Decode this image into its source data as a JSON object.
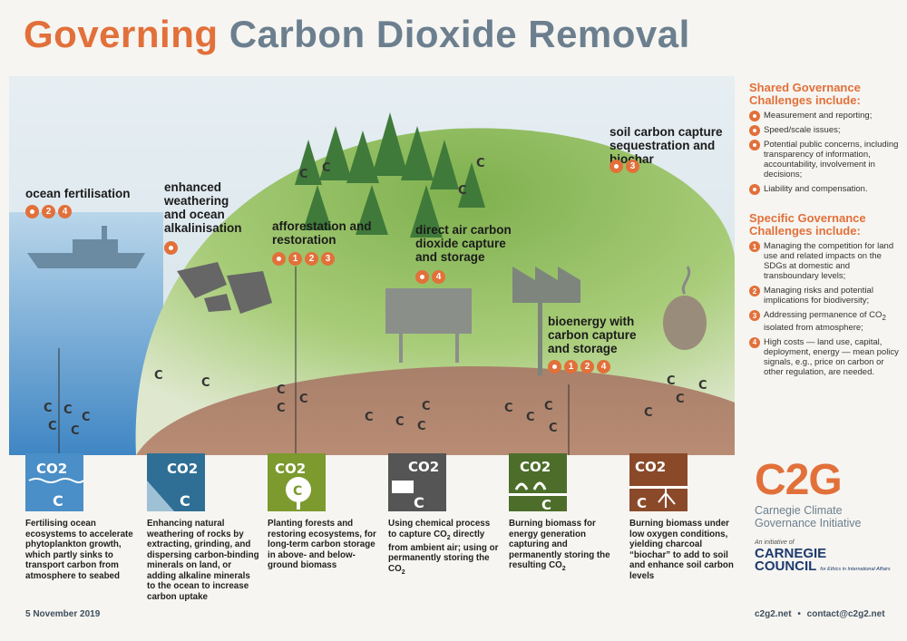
{
  "title": {
    "part1": "Governing",
    "part2": "Carbon Dioxide Removal"
  },
  "approaches": [
    {
      "label": "ocean fertilisation",
      "badges": [
        "•",
        "2",
        "4"
      ],
      "description": "Fertilising ocean ecosystems to accelerate phytoplankton growth, which partly sinks to transport carbon from atmosphere to seabed"
    },
    {
      "label": "enhanced weathering and ocean alkalinisation",
      "badges": [
        "•"
      ],
      "description": "Enhancing natural weathering of rocks by extracting, grinding, and dispersing carbon-binding minerals on land, or adding alkaline minerals to the ocean to increase carbon uptake"
    },
    {
      "label": "afforestation and restoration",
      "badges": [
        "•",
        "1",
        "2",
        "3"
      ],
      "description": "Planting forests and restoring ecosystems, for long-term carbon storage in above- and below-ground biomass"
    },
    {
      "label": "direct air carbon dioxide capture and storage",
      "badges": [
        "•",
        "4"
      ],
      "description_a": "Using chemical process to capture CO",
      "description_b": " directly from ambient air; using or permanently storing the CO"
    },
    {
      "label": "bioenergy with carbon capture and storage",
      "badges": [
        "•",
        "1",
        "2",
        "4"
      ],
      "description_a": "Burning biomass for energy generation capturing and permanently storing the resulting CO"
    },
    {
      "label": "soil carbon capture sequestration and biochar",
      "badges": [
        "•",
        "3"
      ],
      "description": "Burning biomass under low oxygen conditions, yielding charcoal “biochar” to add to soil and enhance soil carbon levels"
    }
  ],
  "icon_text": {
    "co2": "CO2",
    "c": "C",
    "co": "CO",
    "two": "2"
  },
  "shared": {
    "heading": "Shared Governance Challenges include:",
    "items": [
      "Measurement and reporting;",
      "Speed/scale issues;",
      "Potential public concerns, including transparency of information, accountability, involvement in decisions;",
      "Liability and compensation."
    ]
  },
  "specific": {
    "heading": "Specific Governance Challenges include:",
    "items": [
      {
        "num": "1",
        "text": "Managing the competition for land use and related impacts on the SDGs at domestic and transboundary levels;"
      },
      {
        "num": "2",
        "text": "Managing risks and potential implications for biodiversity;"
      },
      {
        "num": "3",
        "text_a": "Addressing permanence of CO",
        "text_b": " isolated from atmosphere;"
      },
      {
        "num": "4",
        "text": "High costs — land use, capital, deployment, energy — mean policy signals, e.g., price on carbon or other regulation, are needed."
      }
    ]
  },
  "subscript": "2",
  "logo": {
    "mark": "C2G",
    "line1": "Carnegie Climate",
    "line2": "Governance Initiative",
    "initiative": "An initiative of",
    "council1": "CARNEGIE",
    "council2": "COUNCIL",
    "council_tag": "for Ethics in International Affairs"
  },
  "footer": {
    "date": "5 November 2019",
    "website": "c2g2.net",
    "separator": "•",
    "contact": "contact@c2g2.net"
  },
  "colors": {
    "orange": "#e2703a",
    "slate": "#6c7f8f",
    "ocean": "#4a8fc7",
    "weathering": "#2f6f95",
    "forest": "#7c9a2e",
    "dac": "#555555",
    "beccs": "#4c6e2a",
    "biochar": "#8a4a2a"
  }
}
